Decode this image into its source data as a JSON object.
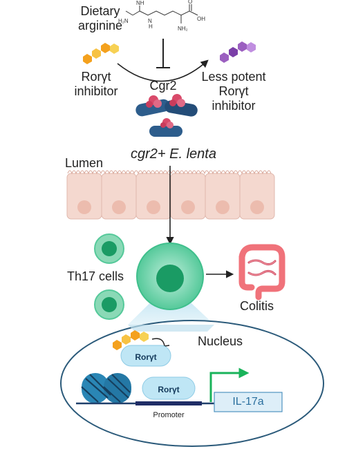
{
  "labels": {
    "dietary_arginine": [
      "Dietary",
      "arginine"
    ],
    "roryt_inhibitor": [
      "Rorγt",
      "inhibitor"
    ],
    "less_potent": [
      "Less potent",
      "Rorγt",
      "inhibitor"
    ],
    "cgr2": "Cgr2",
    "bacterium": "cgr2+ E. lenta",
    "lumen": "Lumen",
    "th17": "Th17 cells",
    "colitis": "Colitis",
    "nucleus": "Nucleus",
    "roryt_1": "Rorγt",
    "roryt_2": "Rorγt",
    "promoter": "Promoter",
    "il17a": "IL-17a"
  },
  "molecule_atoms": {
    "h2n_left": "H₂N",
    "nh_top": "NH",
    "n_mid": "N",
    "h_mid": "H",
    "oh": "OH",
    "o": "O",
    "nh2": "NH₂"
  },
  "colors": {
    "hex_orange": "#f4a11d",
    "hex_yellow": "#f7d154",
    "hex_purple": "#9b5fc0",
    "hex_purple_light": "#c08ee0",
    "protein_red": "#d94a6a",
    "bacterium_blue": "#2d5d8c",
    "cell_green": "#3fbf8c",
    "cell_green_dark": "#1a9b64",
    "nucleus_blue": "#d9ecf4",
    "roryt_blue": "#bfe6f5",
    "dna_blue": "#2a86b5",
    "arrow_green": "#19b35a",
    "epithelium": "#f4d8cf",
    "colon": "#f0727a"
  }
}
